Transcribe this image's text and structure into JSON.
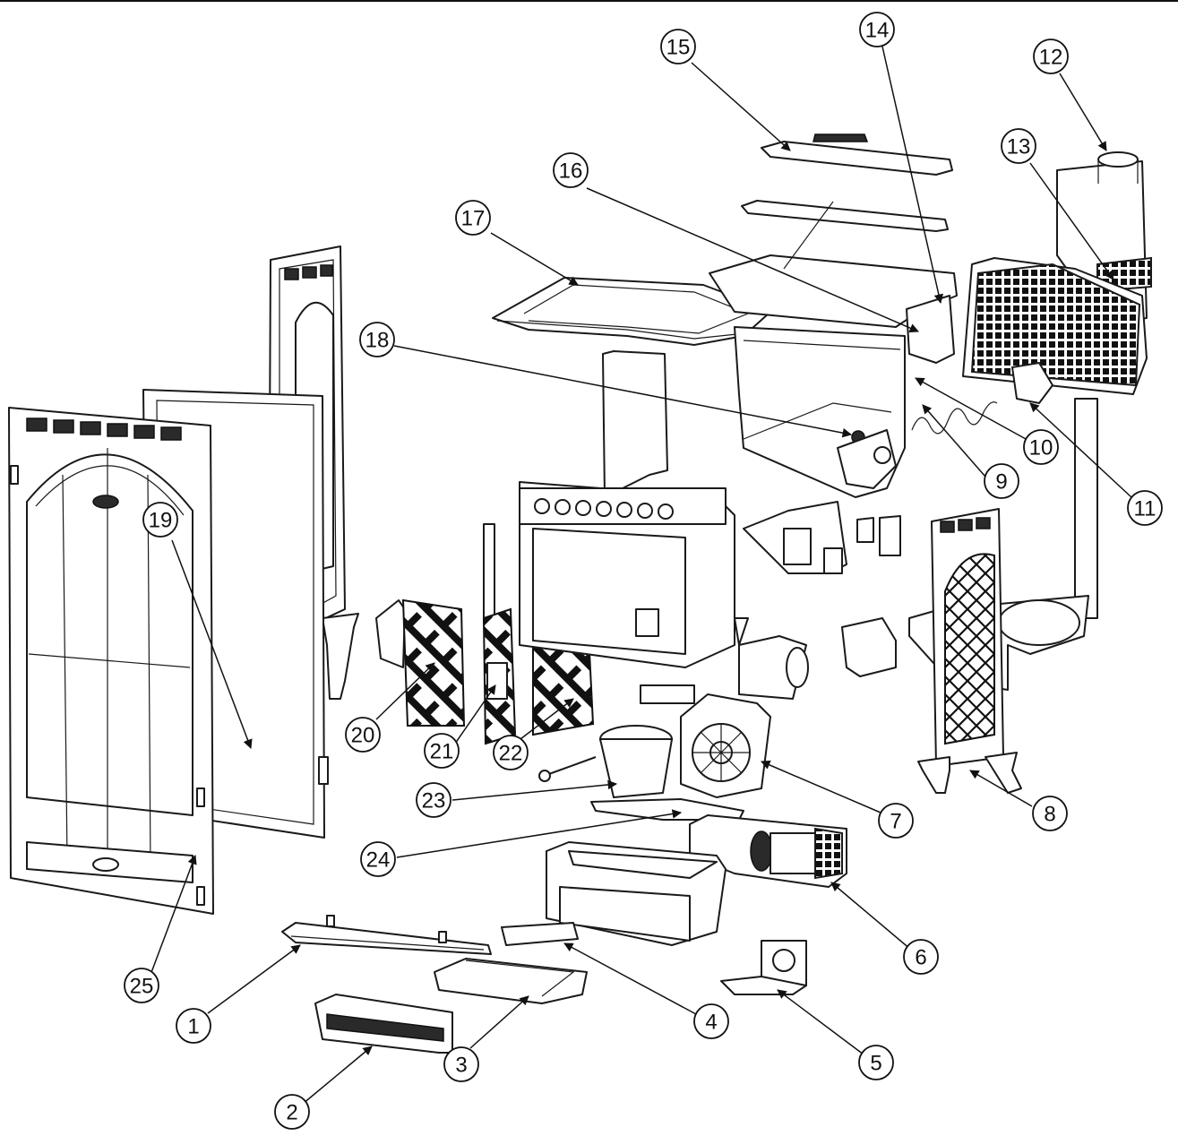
{
  "callouts": [
    {
      "label": "1"
    },
    {
      "label": "2"
    },
    {
      "label": "3"
    },
    {
      "label": "4"
    },
    {
      "label": "5"
    },
    {
      "label": "6"
    },
    {
      "label": "7"
    },
    {
      "label": "8"
    },
    {
      "label": "9"
    },
    {
      "label": "10"
    },
    {
      "label": "11"
    },
    {
      "label": "12"
    },
    {
      "label": "13"
    },
    {
      "label": "14"
    },
    {
      "label": "15"
    },
    {
      "label": "16"
    },
    {
      "label": "17"
    },
    {
      "label": "18"
    },
    {
      "label": "19"
    },
    {
      "label": "20"
    },
    {
      "label": "21"
    },
    {
      "label": "22"
    },
    {
      "label": "23"
    },
    {
      "label": "24"
    },
    {
      "label": "25"
    }
  ]
}
